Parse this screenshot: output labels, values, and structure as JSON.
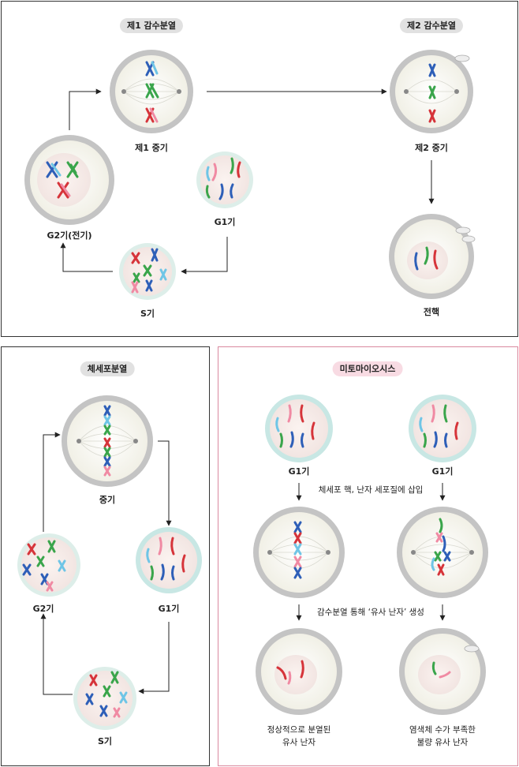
{
  "meiosis": {
    "title_meiosis1": "제1 감수분열",
    "title_meiosis2": "제2 감수분열",
    "metaphase1": "제1 중기",
    "metaphase2": "제2 중기",
    "g2_prophase": "G2기(전기)",
    "g1": "G1기",
    "s": "S기",
    "pronucleus": "전핵"
  },
  "mitosis": {
    "title": "체세포분열",
    "metaphase": "중기",
    "g2": "G2기",
    "g1": "G1기",
    "s": "S기"
  },
  "mitomeiosis": {
    "title": "미토마이오시스",
    "g1_left": "G1기",
    "g1_right": "G1기",
    "step1": "체세포 핵, 난자 세포질에 삽입",
    "step2": "감수분열 통해 ‘유사 난자’ 생성",
    "result_left_line1": "정상적으로 분열된",
    "result_left_line2": "유사 난자",
    "result_right_line1": "염색체 수가 부족한",
    "result_right_line2": "불량 유사 난자"
  },
  "colors": {
    "red": "#d6343a",
    "blue": "#2e5fb8",
    "green": "#3aa54b",
    "cyan": "#6fc5e6",
    "pink": "#f08aa3",
    "gray_rim": "#b9b9b9",
    "pink_border": "#d9899f",
    "pill_gray": "#e1e1e1",
    "pill_pink": "#f8dbe3"
  }
}
